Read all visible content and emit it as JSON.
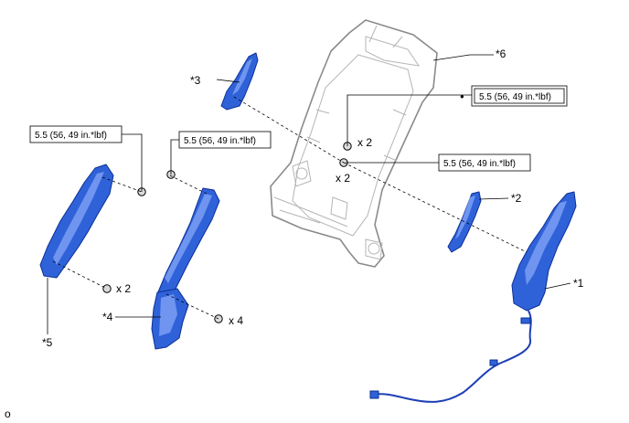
{
  "callouts": {
    "p1": "*1",
    "p2": "*2",
    "p3": "*3",
    "p4": "*4",
    "p5": "*5",
    "p6": "*6"
  },
  "torque_spec": "5.5 (56, 49 in.*lbf)",
  "qty": {
    "x2": "x 2",
    "x4": "x 4"
  },
  "marker": "●",
  "corner_label": "o"
}
